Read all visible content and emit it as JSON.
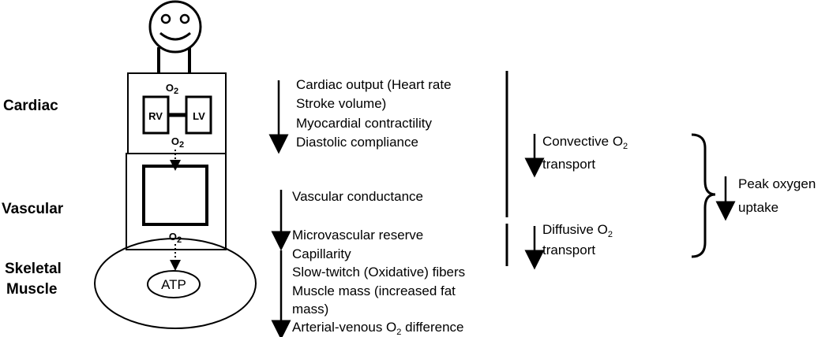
{
  "labels": {
    "cardiac": "Cardiac",
    "vascular": "Vascular",
    "skeletal_line1": "Skeletal",
    "skeletal_line2": "Muscle"
  },
  "heart": {
    "o2_top": "O",
    "o2_top_sub": "2",
    "rv": "RV",
    "lv": "LV",
    "o2_mid": "O",
    "o2_mid_sub": "2"
  },
  "vascular_box": {
    "o2": "O",
    "o2_sub": "2"
  },
  "muscle": {
    "atp": "ATP"
  },
  "cardiac_factors": [
    "Cardiac output (Heart rate",
    "Stroke volume)",
    "Myocardial contractility",
    "Diastolic compliance"
  ],
  "vascular_factors": [
    "Vascular conductance"
  ],
  "muscle_factors": [
    "Microvascular reserve",
    "Capillarity",
    "Slow-twitch (Oxidative) fibers",
    "Muscle mass (increased fat",
    "mass)"
  ],
  "muscle_last_factor": {
    "text": "Arterial-venous O",
    "sub": "2",
    "rest": " difference"
  },
  "convective": {
    "line1": "Convective O",
    "line1_sub": "2",
    "line2": "transport"
  },
  "diffusive": {
    "line1": "Diffusive O",
    "line1_sub": "2",
    "line2": "transport"
  },
  "peak": {
    "line1": "Peak oxygen",
    "line2": "uptake"
  }
}
